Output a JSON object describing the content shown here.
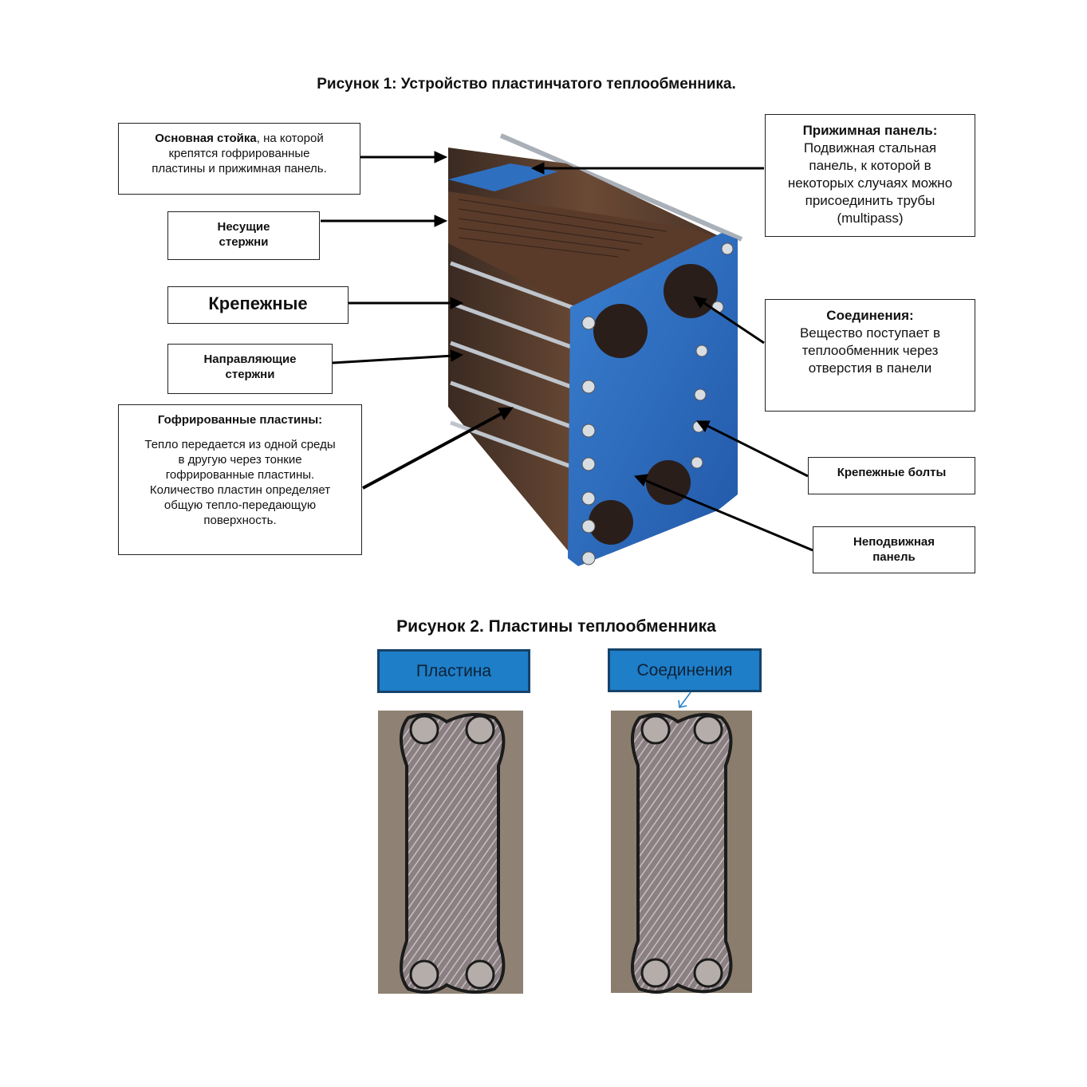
{
  "figure1": {
    "title": "Рисунок 1: Устройство пластинчатого теплообменника.",
    "labels": {
      "frame": {
        "bold": "Основная стойка",
        "rest_line1": ", на которой",
        "rest_line2": "крепятся гофрированные",
        "rest_line3": "пластины и прижимная панель."
      },
      "carrying_bars": {
        "line1": "Несущие",
        "line2": "стержни"
      },
      "fastening": {
        "text": "Крепежные"
      },
      "guide_bars": {
        "line1": "Направляющие",
        "line2": "стержни"
      },
      "plates": {
        "heading": "Гофрированные пластины:",
        "line1": "Тепло передается из одной среды",
        "line2": "в другую через тонкие",
        "line3": "гофрированные пластины.",
        "line4": "Количество пластин определяет",
        "line5": "общую тепло-передающую",
        "line6": "поверхность."
      },
      "pressure_plate": {
        "heading": "Прижимная панель:",
        "line1": "Подвижная стальная",
        "line2": "панель, к которой в",
        "line3": "некоторых случаях можно",
        "line4": "присоединить трубы",
        "line5": "(multipass)"
      },
      "connections": {
        "heading": "Соединения:",
        "line1": "Вещество поступает в",
        "line2": "теплообменник через",
        "line3": "отверстия в панели"
      },
      "bolts": {
        "text": "Крепежные болты"
      },
      "fixed_plate": {
        "line1": "Неподвижная",
        "line2": "панель"
      }
    }
  },
  "figure2": {
    "title": "Рисунок 2. Пластины теплообменника",
    "tag_plate": "Пластина",
    "tag_connections": "Соединения"
  },
  "colors": {
    "frame_blue": "#2f6fc0",
    "tag_blue": "#1e7ec8",
    "plate_brown": "#5a3b2a"
  }
}
